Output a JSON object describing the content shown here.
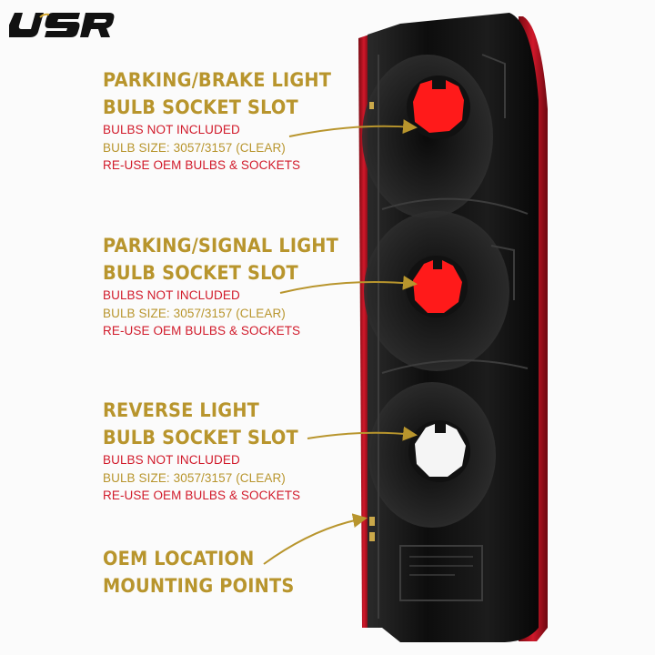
{
  "logo": {
    "text": "USR"
  },
  "callouts": [
    {
      "title_line1": "PARKING/BRAKE LIGHT",
      "title_line2": "BULB SOCKET SLOT",
      "note1": "BULBS NOT INCLUDED",
      "note2": "BULB SIZE: 3057/3157 (CLEAR)",
      "note3": "RE-USE OEM BULBS & SOCKETS"
    },
    {
      "title_line1": "PARKING/SIGNAL LIGHT",
      "title_line2": "BULB SOCKET SLOT",
      "note1": "BULBS NOT INCLUDED",
      "note2": "BULB SIZE: 3057/3157 (CLEAR)",
      "note3": "RE-USE OEM BULBS & SOCKETS"
    },
    {
      "title_line1": "REVERSE LIGHT",
      "title_line2": "BULB SOCKET SLOT",
      "note1": "BULBS NOT INCLUDED",
      "note2": "BULB SIZE: 3057/3157 (CLEAR)",
      "note3": "RE-USE OEM BULBS & SOCKETS"
    },
    {
      "title_line1": "OEM LOCATION",
      "title_line2": "MOUNTING POINTS"
    }
  ],
  "colors": {
    "gold": "#b8952d",
    "red": "#d11a2a",
    "housing": "#151515",
    "lens_red": "#b0121f",
    "socket_red": "#ff1a1a",
    "socket_clear": "#f5f5f5"
  }
}
